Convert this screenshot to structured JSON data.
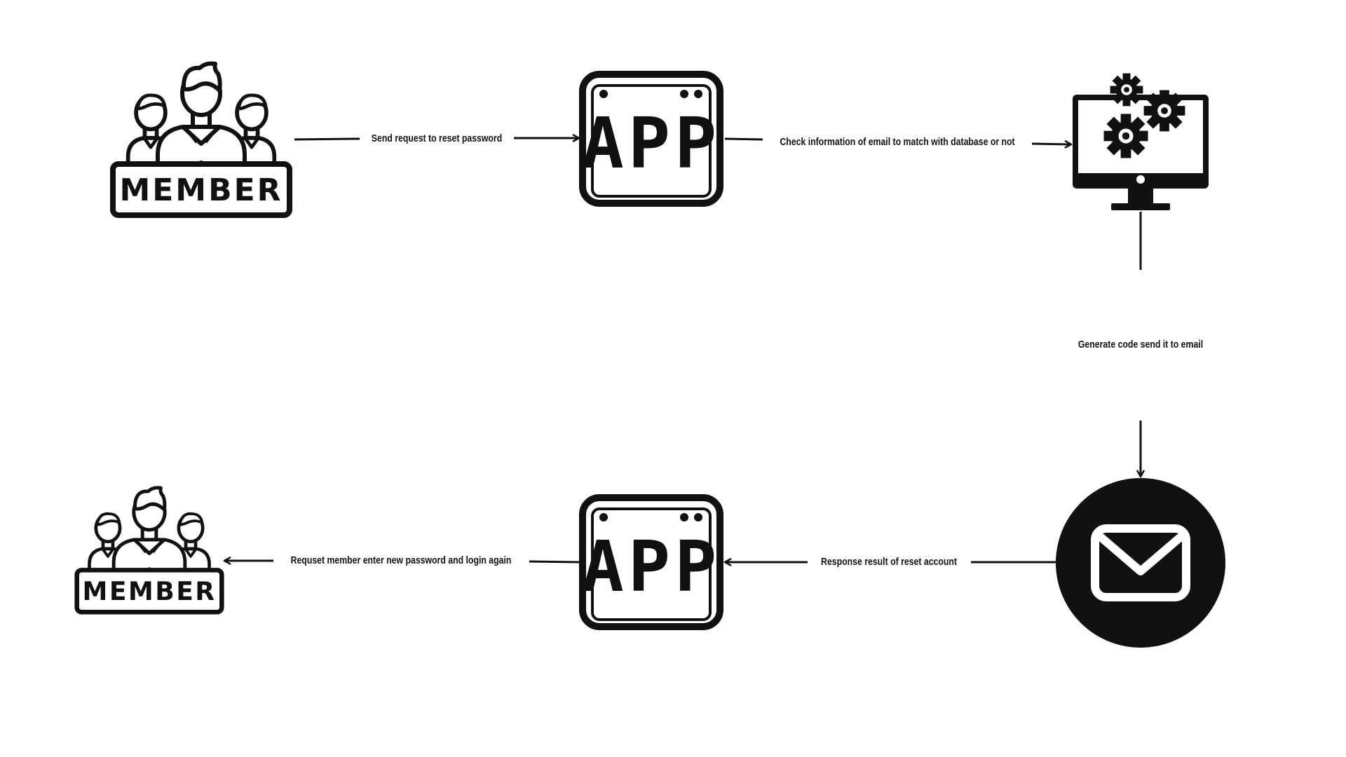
{
  "diagram": {
    "nodes": {
      "member_top": {
        "label": "MEMBER"
      },
      "app_top": {
        "label": "APP"
      },
      "server": {
        "icon": "monitor-gears-icon"
      },
      "email": {
        "icon": "envelope-icon"
      },
      "app_bottom": {
        "label": "APP"
      },
      "member_bottom": {
        "label": "MEMBER"
      }
    },
    "edges": {
      "member_to_app": {
        "label": "Send request to reset password"
      },
      "app_to_server": {
        "label": "Check information of email to match with database or not"
      },
      "server_to_email": {
        "label": "Generate code send it to email"
      },
      "email_to_app": {
        "label": "Response result of reset account"
      },
      "app_to_member": {
        "label": "Requset member enter new password and login again"
      }
    },
    "colors": {
      "ink": "#111111",
      "background": "#ffffff"
    }
  }
}
